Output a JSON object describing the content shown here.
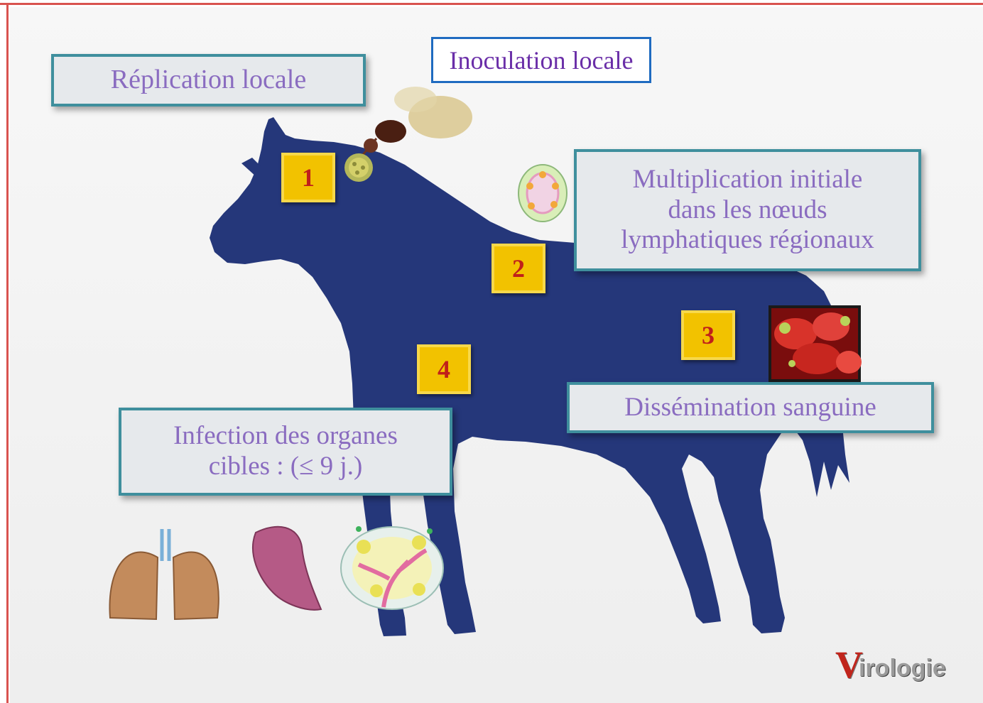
{
  "labels": {
    "inoculation": "Inoculation locale",
    "replication": "Réplication locale",
    "multiplication_lines": [
      "Multiplication initiale",
      "dans les nœuds",
      "lymphatiques régionaux"
    ],
    "dissemination": "Dissémination sanguine",
    "infection_lines": [
      "Infection des organes",
      "cibles : (≤ 9 j.)"
    ]
  },
  "steps": [
    "1",
    "2",
    "3",
    "4"
  ],
  "logo": {
    "initial": "V",
    "rest": "irologie"
  },
  "colors": {
    "horse": "#25377a",
    "marker": "#f2c200",
    "marker_text": "#c0201a",
    "box_border": "#3f8f9d",
    "box_text": "#8a6cc0",
    "inoculation_border": "#1f6bc0",
    "inoculation_text": "#6a2ea8",
    "frame": "#d9534f"
  },
  "icons": [
    "midge-insect-icon",
    "virus-particle-icon",
    "lymph-node-icon",
    "red-blood-cells-icon",
    "lungs-icon",
    "spleen-icon",
    "lymph-node-section-icon"
  ]
}
